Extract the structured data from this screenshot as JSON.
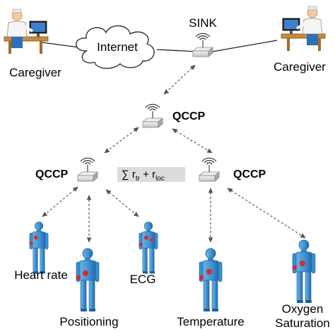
{
  "labels": {
    "internet": "Internet",
    "sink": "SINK",
    "caregiver_left": "Caregiver",
    "caregiver_right": "Caregiver",
    "qccp_top": "QCCP",
    "qccp_left": "QCCP",
    "qccp_right": "QCCP",
    "formula": {
      "sum": "∑ r",
      "tr": "tr",
      "plus": " + r",
      "loc": "loc"
    },
    "sensors": {
      "heart_rate": "Heart rate",
      "positioning": "Positioning",
      "ecg": "ECG",
      "temperature": "Temperature",
      "oxygen_line1": "Oxygen",
      "oxygen_line2": "Saturation"
    }
  },
  "colors": {
    "body": "#3a8fd0",
    "body_dark": "#1f5f9a",
    "sensor": "#d92a2a",
    "router": "#d0d0d0",
    "cloud": "#ffffff",
    "formula_bg": "#dcdcdc"
  },
  "icons": [
    "cloud-icon",
    "wireless-router-icon",
    "caregiver-workstation-icon",
    "patient-body-icon",
    "body-sensor-icon",
    "bidirectional-dashed-arrow-icon"
  ]
}
